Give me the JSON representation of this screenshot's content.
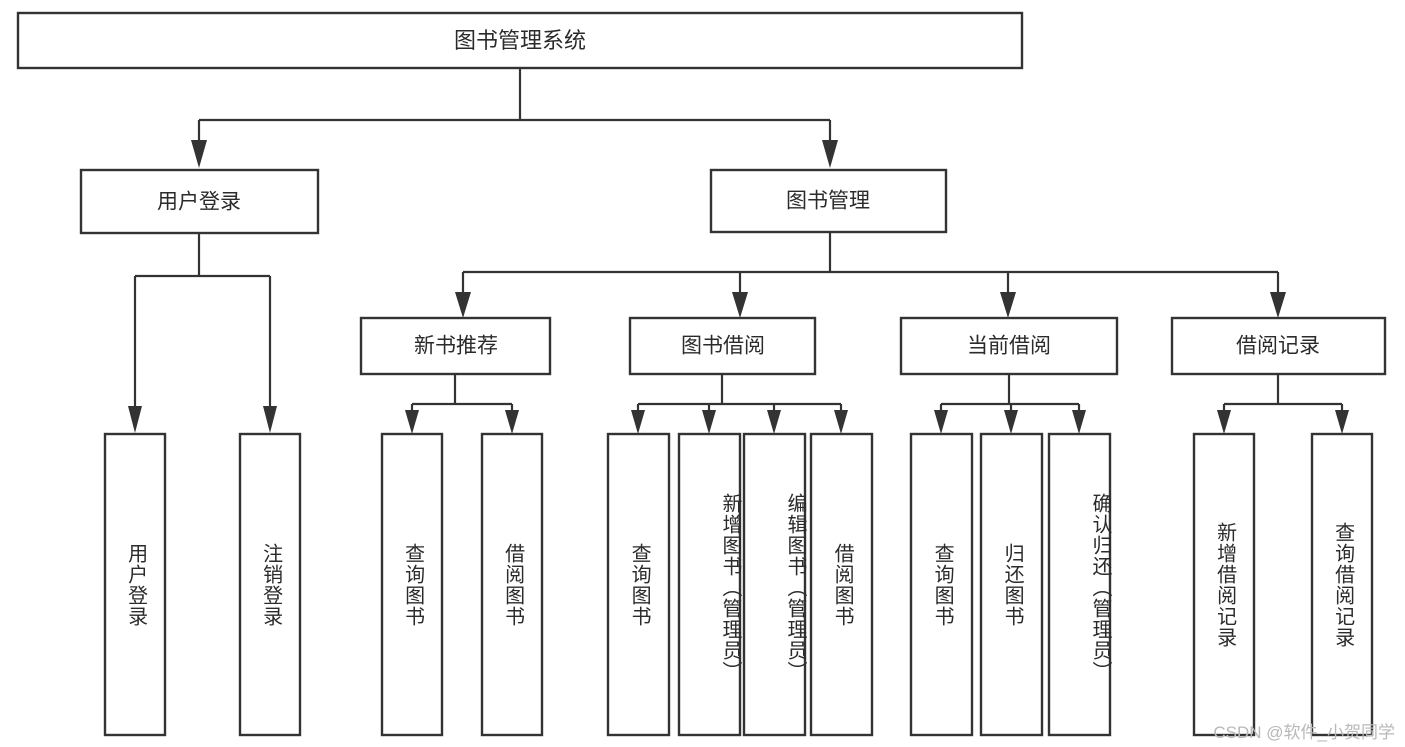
{
  "diagram": {
    "type": "tree-hierarchy",
    "title": "图书管理系统",
    "watermark": "CSDN @软件_小贺同学",
    "root": {
      "label": "图书管理系统"
    },
    "level2": [
      {
        "label": "用户登录"
      },
      {
        "label": "图书管理"
      }
    ],
    "level3": [
      {
        "label": "新书推荐"
      },
      {
        "label": "图书借阅"
      },
      {
        "label": "当前借阅"
      },
      {
        "label": "借阅记录"
      }
    ],
    "leaves": {
      "user_login": [
        {
          "label": "用户登录"
        },
        {
          "label": "注销登录"
        }
      ],
      "new_book_recommend": [
        {
          "label": "查询图书"
        },
        {
          "label": "借阅图书"
        }
      ],
      "book_borrow": [
        {
          "label": "查询图书"
        },
        {
          "label": "新增图书（管理员）"
        },
        {
          "label": "编辑图书（管理员）"
        },
        {
          "label": "借阅图书"
        }
      ],
      "current_borrow": [
        {
          "label": "查询图书"
        },
        {
          "label": "归还图书"
        },
        {
          "label": "确认归还（管理员）"
        }
      ],
      "borrow_record": [
        {
          "label": "新增借阅记录"
        },
        {
          "label": "查询借阅记录"
        }
      ]
    },
    "colors": {
      "stroke": "#333333",
      "fill": "#ffffff",
      "text": "#2b2b2b",
      "watermark": "#b8b8b8"
    }
  }
}
